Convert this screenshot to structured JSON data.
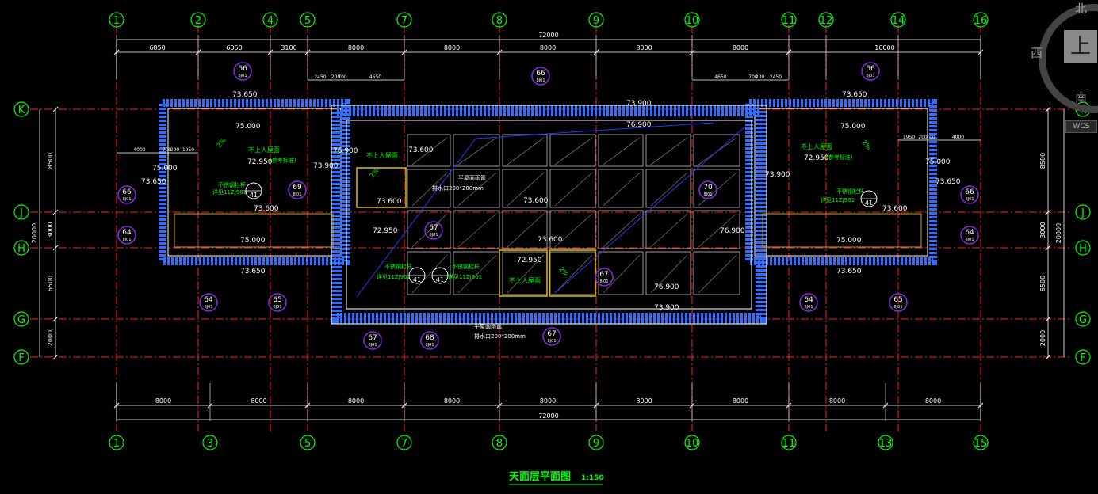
{
  "drawing_title": "天面层平面图",
  "drawing_scale": "1:150",
  "colors": {
    "background": "#000000",
    "axis": "#00ff00",
    "dimension": "#ffffff",
    "grid_line": "#ff2020",
    "wall": "#ffffff",
    "wall_hatch": "#2f6fff",
    "annotation": "#00ff00",
    "tag": "#8a2be2",
    "pipe": "#ffff40",
    "slope": "#1e3cff"
  },
  "top_axes": [
    "1",
    "2",
    "4",
    "5",
    "7",
    "8",
    "9",
    "10",
    "11",
    "12",
    "14",
    "16"
  ],
  "bottom_axes": [
    "1",
    "3",
    "5",
    "7",
    "8",
    "9",
    "10",
    "11",
    "13",
    "15"
  ],
  "left_axes": [
    "K",
    "J",
    "H",
    "G",
    "F"
  ],
  "right_axes": [
    "K",
    "J",
    "H",
    "G",
    "F"
  ],
  "top_total": "72000",
  "top_dims": [
    "6850",
    "6050",
    "3100",
    "8000",
    "8000",
    "8000",
    "8000",
    "8000",
    "16000"
  ],
  "bottom_total": "72000",
  "bottom_dims": [
    "8000",
    "8000",
    "8000",
    "8000",
    "8000",
    "8000",
    "8000",
    "8000",
    "8000"
  ],
  "side_total": "20000",
  "side_dims": [
    "8500",
    "3000",
    "6500",
    "2000"
  ],
  "small_dims_left": [
    "2450",
    "200",
    "700",
    "4650"
  ],
  "small_dims_right": [
    "4650",
    "700",
    "200",
    "2450"
  ],
  "left_wing_dims": [
    "4000",
    "700",
    "200",
    "1950"
  ],
  "right_wing_dims": [
    "1950",
    "200",
    "700",
    "4000"
  ],
  "elevations": {
    "e1": "73.650",
    "e2": "75.000",
    "e3": "73.900",
    "e4": "76.900",
    "e5": "72.950",
    "e6": "73.600",
    "e7": "73.900",
    "e8": "76.900",
    "e9": "75.000",
    "e10": "73.650",
    "e11": "73.600",
    "e12": "72.950"
  },
  "tags": {
    "t64": "64",
    "t65": "65",
    "t66": "66",
    "t67": "67",
    "t68": "68",
    "t69": "69",
    "t70": "70",
    "t41": "41",
    "sub": "8J01"
  },
  "notes": {
    "no_access_roof": "不上人屋面",
    "slope": "2%",
    "gutter": "不锈钢栏杆",
    "standard": "详见11ZJ901",
    "drain": "排水口200*200mm",
    "roof_drain": "平屋面雨篦",
    "ref": "(参考标准)"
  },
  "viewcube": {
    "north": "北",
    "south": "南",
    "west": "西",
    "top": "上",
    "wcs": "WCS"
  }
}
